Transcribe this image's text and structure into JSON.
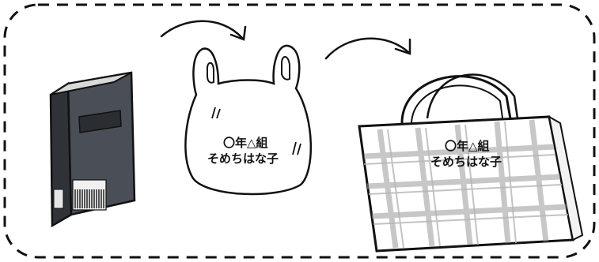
{
  "plastic_bag": {
    "label_line1": "〇年△組",
    "label_line2": "そめちはな子"
  },
  "tote_bag": {
    "label_line1": "〇年△組",
    "label_line2": "そめちはな子"
  },
  "colors": {
    "outline": "#111111",
    "book_cover": "#3b3f45",
    "book_pages": "#e7e7e7",
    "tote_pattern": "#9a9a9a",
    "frame_dash": "#111111"
  }
}
